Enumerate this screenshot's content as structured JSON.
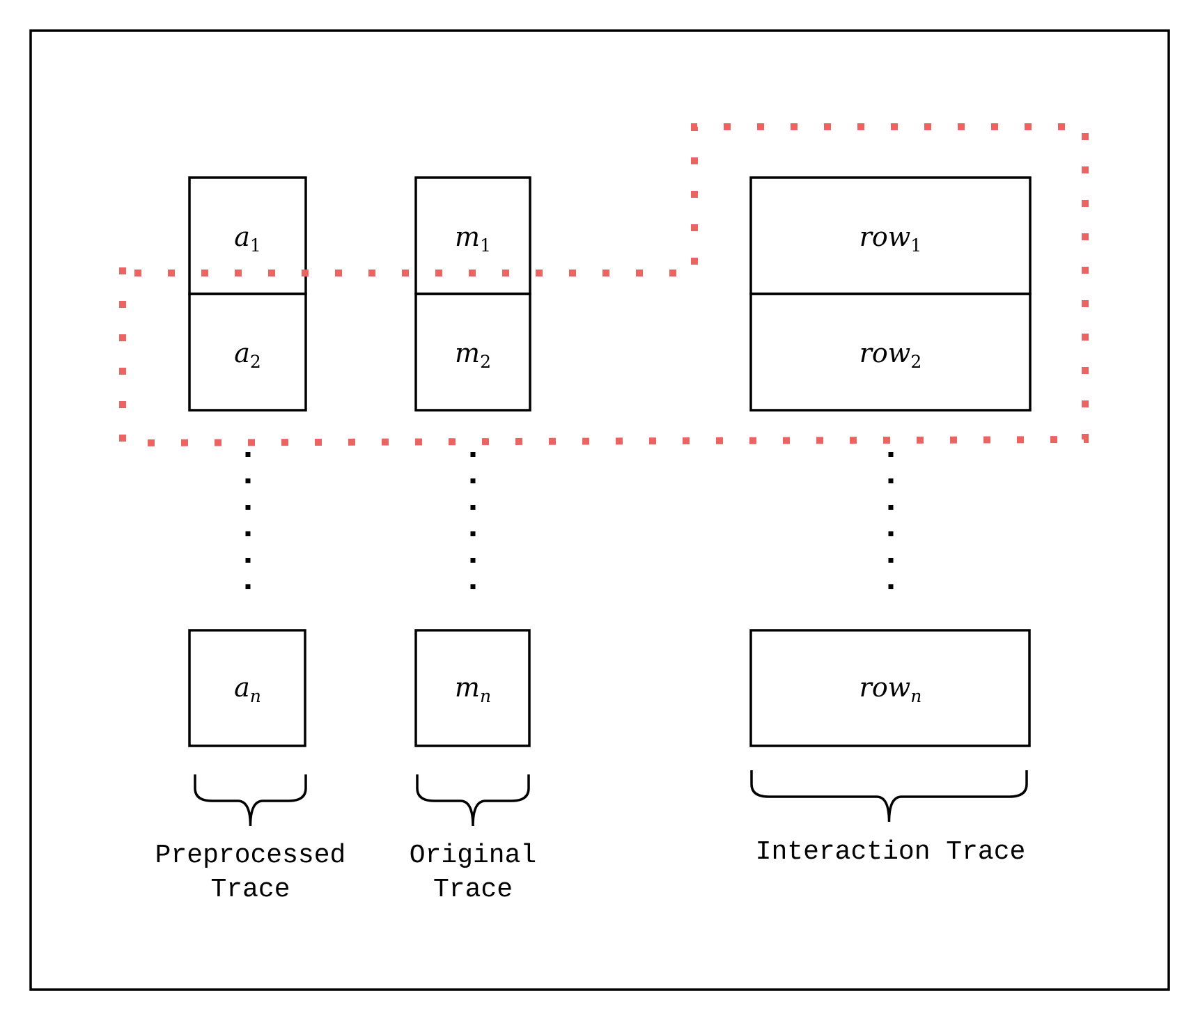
{
  "columns": [
    {
      "id": "preprocessed",
      "cells": [
        {
          "base": "a",
          "sub": "1"
        },
        {
          "base": "a",
          "sub": "2"
        }
      ],
      "last": {
        "base": "a",
        "sub": "n"
      },
      "label_lines": [
        "Preprocessed",
        "Trace"
      ]
    },
    {
      "id": "original",
      "cells": [
        {
          "base": "m",
          "sub": "1"
        },
        {
          "base": "m",
          "sub": "2"
        }
      ],
      "last": {
        "base": "m",
        "sub": "n"
      },
      "label_lines": [
        "Original",
        "Trace"
      ]
    },
    {
      "id": "interaction",
      "cells": [
        {
          "base": "row",
          "sub": "1"
        },
        {
          "base": "row",
          "sub": "2"
        }
      ],
      "last": {
        "base": "row",
        "sub": "n"
      },
      "label_lines": [
        "Interaction Trace"
      ]
    }
  ],
  "colors": {
    "highlight": "#ec6461",
    "stroke": "#000000"
  }
}
